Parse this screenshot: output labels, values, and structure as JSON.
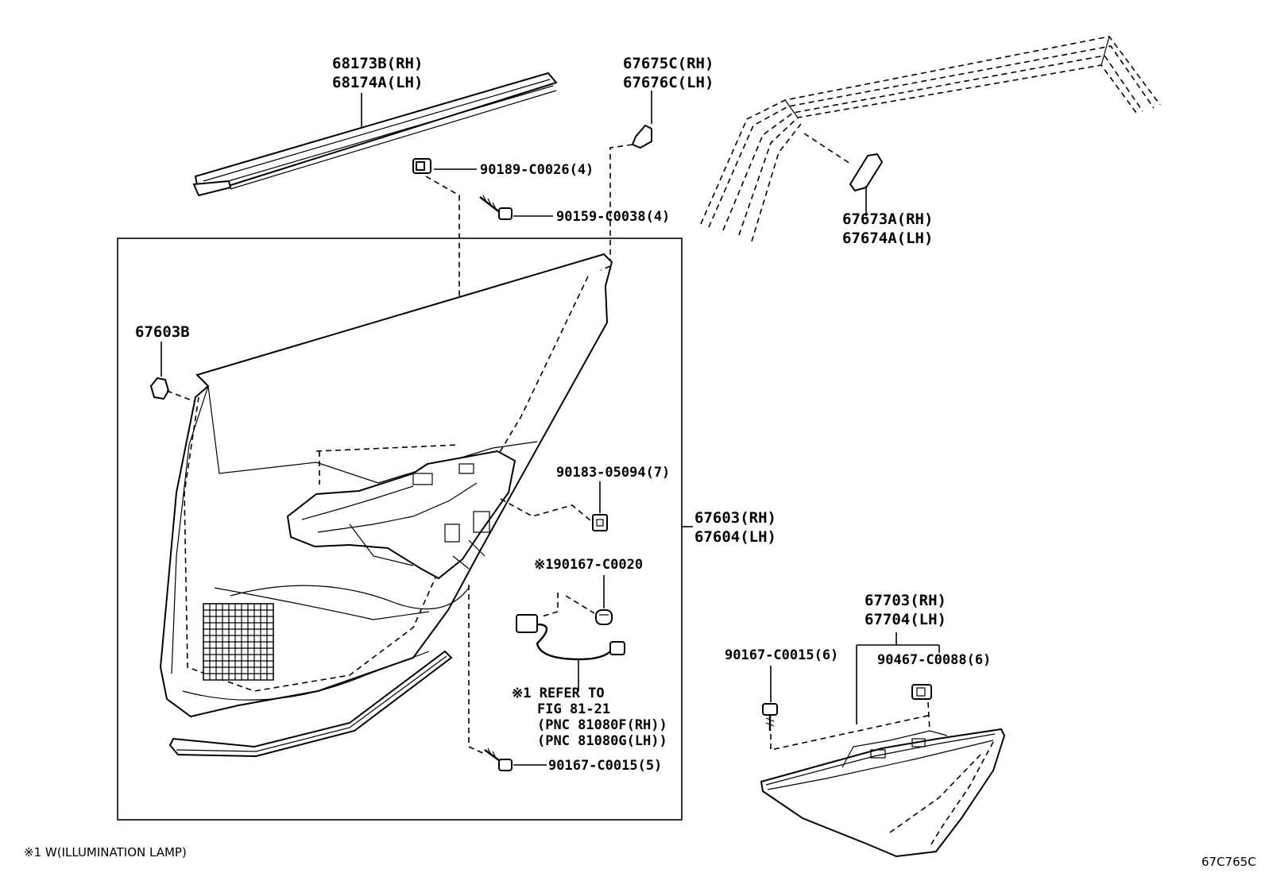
{
  "labels": {
    "p68173": "68173B(RH)",
    "p68174": "68174A(LH)",
    "p67675": "67675C(RH)",
    "p67676": "67676C(LH)",
    "p90189": "90189-C0026(4)",
    "p90159": "90159-C0038(4)",
    "p67673": "67673A(RH)",
    "p67674": "67674A(LH)",
    "p67603b": "67603B",
    "p90183": "90183-05094(7)",
    "p67603": "67603(RH)",
    "p67604": "67604(LH)",
    "p90167_c0020": "※190167-C0020",
    "refer1": "※1 REFER TO",
    "refer2": "FIG 81-21",
    "refer3": "(PNC 81080F(RH))",
    "refer4": "(PNC 81080G(LH))",
    "p90167_c0015_5": "90167-C0015(5)",
    "p67703": "67703(RH)",
    "p67704": "67704(LH)",
    "p90167_c0015_6": "90167-C0015(6)",
    "p90467": "90467-C0088(6)"
  },
  "footnote": "※1 W(ILLUMINATION LAMP)",
  "figure_code": "67C765C"
}
